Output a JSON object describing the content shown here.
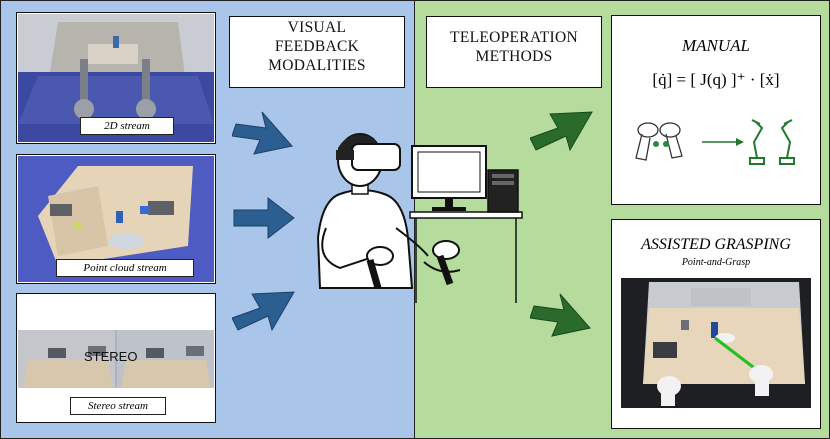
{
  "feedback": {
    "title_lines": [
      "VISUAL",
      "FEEDBACK",
      "MODALITIES"
    ],
    "streams": [
      {
        "caption": "2D stream"
      },
      {
        "caption": "Point cloud stream"
      },
      {
        "caption": "Stereo stream",
        "overlay_text": "STEREO"
      }
    ]
  },
  "teleop": {
    "title_lines": [
      "TELEOPERATION",
      "METHODS"
    ],
    "manual": {
      "title": "MANUAL",
      "equation": "[q̇] = [ J(q) ]⁺ · [ẋ]"
    },
    "assisted": {
      "title": "ASSISTED GRASPING",
      "subtitle": "Point-and-Grasp"
    }
  },
  "colors": {
    "left_bg": "#a9c6ea",
    "right_bg": "#b5db9d",
    "blue_arrow": "#2c5f91",
    "green_arrow": "#2a6b2c"
  }
}
